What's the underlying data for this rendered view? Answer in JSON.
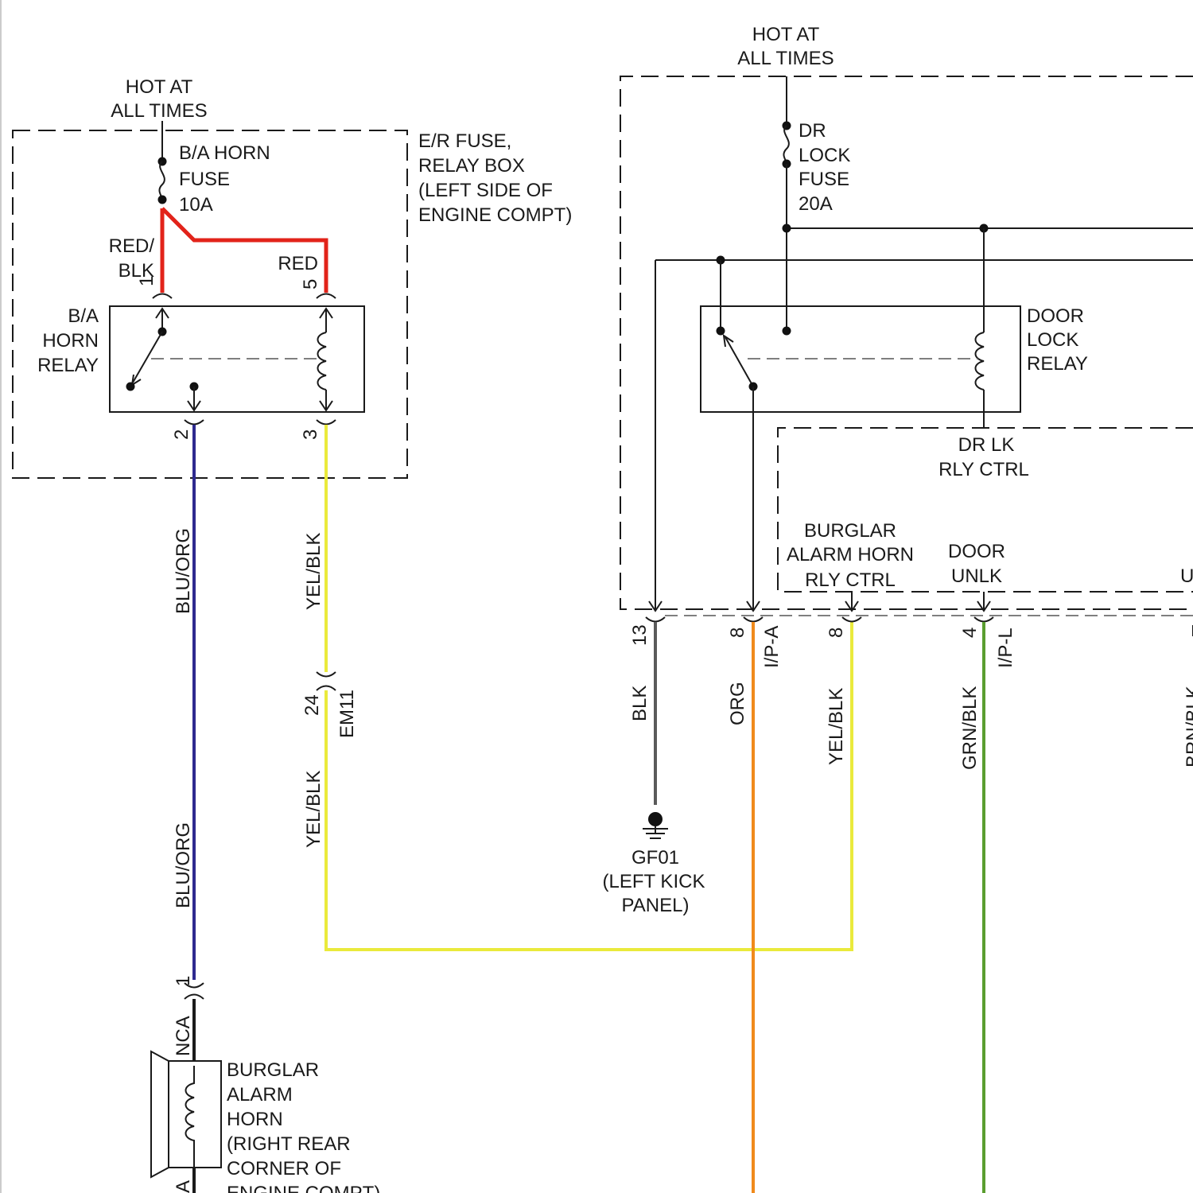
{
  "colors": {
    "red": "#e2231a",
    "blue": "#2e2a8f",
    "yellow": "#eaea3c",
    "orange": "#f08a1c",
    "green": "#5a9e2f",
    "gray": "#5a5a5a",
    "black": "#1a1a1a"
  },
  "power_left": {
    "line1": "HOT AT",
    "line2": "ALL TIMES"
  },
  "power_right": {
    "line1": "HOT AT",
    "line2": "ALL TIMES"
  },
  "ba_horn_fuse": {
    "line1": "B/A HORN",
    "line2": "FUSE",
    "line3": "10A"
  },
  "er_box": {
    "line1": "E/R FUSE,",
    "line2": "RELAY BOX",
    "line3": "(LEFT SIDE OF",
    "line4": "ENGINE COMPT)"
  },
  "ba_relay": {
    "line1": "B/A",
    "line2": "HORN",
    "line3": "RELAY",
    "wire1_line1": "RED/",
    "wire1_line2": "BLK",
    "wire5": "RED",
    "pin1": "1",
    "pin5": "5",
    "pin2": "2",
    "pin3": "3"
  },
  "wires_left": {
    "blu_org_upper": "BLU/ORG",
    "blu_org_lower": "BLU/ORG",
    "yel_blk_upper": "YEL/BLK",
    "yel_blk_lower": "YEL/BLK",
    "em11_pin": "24",
    "em11": "EM11"
  },
  "horn": {
    "pin": "1",
    "connector": "NCA",
    "connector_bottom": "A",
    "line1": "BURGLAR",
    "line2": "ALARM",
    "line3": "HORN",
    "line4": "(RIGHT REAR",
    "line5": "CORNER OF",
    "line6": "ENGINE COMPT)"
  },
  "dr_lock_fuse": {
    "line1": "DR",
    "line2": "LOCK",
    "line3": "FUSE",
    "line4": "20A"
  },
  "door_lock_relay": {
    "line1": "DOOR",
    "line2": "LOCK",
    "line3": "RELAY"
  },
  "dr_lk_ctrl": {
    "line1": "DR LK",
    "line2": "RLY CTRL"
  },
  "burglar_ctrl": {
    "line1": "BURGLAR",
    "line2": "ALARM HORN",
    "line3": "RLY CTRL"
  },
  "door_unlk": {
    "line1": "DOOR",
    "line2": "UNLK",
    "partial": "U"
  },
  "right_pins": {
    "p13": "13",
    "p8a": "8",
    "ipa": "I/P-A",
    "p8b": "8",
    "p4": "4",
    "ipl": "I/P-L"
  },
  "right_wires": {
    "blk": "BLK",
    "org": "ORG",
    "yel_blk": "YEL/BLK",
    "grn_blk": "GRN/BLK",
    "partial_right": "BRN/BLK"
  },
  "ground": {
    "line1": "GF01",
    "line2": "(LEFT KICK",
    "line3": "PANEL)"
  }
}
